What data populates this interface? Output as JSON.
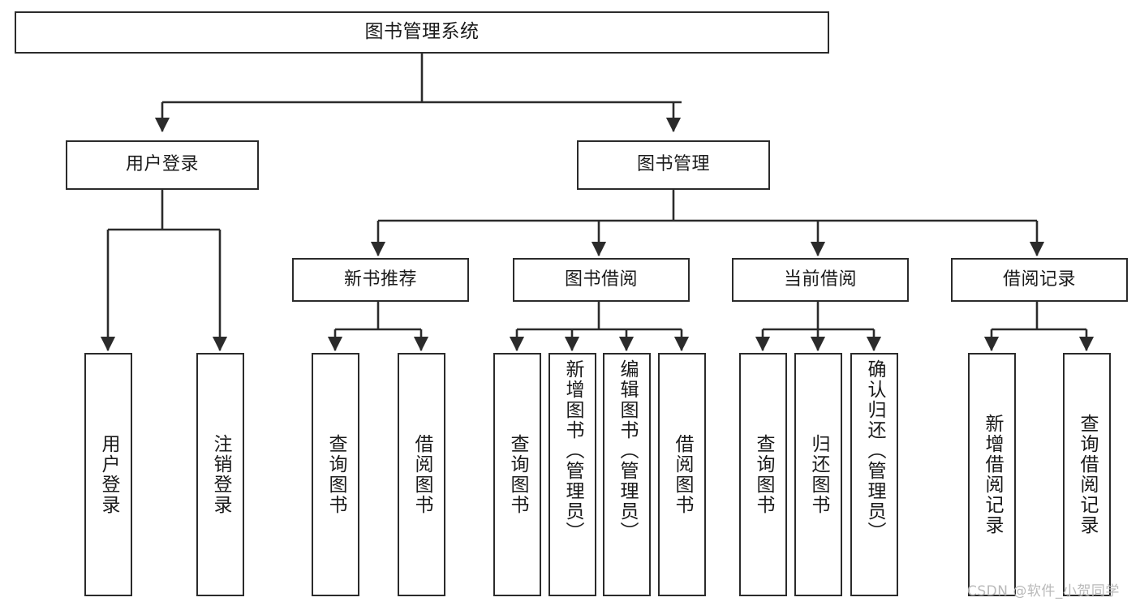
{
  "diagram": {
    "title": "图书管理系统",
    "type": "tree-hierarchy-diagram",
    "colors": {
      "stroke": "#2b2b2b",
      "fill": "#ffffff",
      "text": "#1a1a1a",
      "watermark": "#b9b9b9"
    },
    "nodes": {
      "root": {
        "label": "图书管理系统"
      },
      "level2": [
        {
          "id": "user-login",
          "label": "用户登录"
        },
        {
          "id": "book-manage",
          "label": "图书管理"
        }
      ],
      "level3": [
        {
          "id": "new-book-recommend",
          "label": "新书推荐"
        },
        {
          "id": "book-borrow",
          "label": "图书借阅"
        },
        {
          "id": "current-borrow",
          "label": "当前借阅"
        },
        {
          "id": "borrow-record",
          "label": "借阅记录"
        }
      ],
      "leaves": {
        "user_login": [
          {
            "id": "leaf-user-login",
            "label": "用户登录"
          },
          {
            "id": "leaf-logout",
            "label": "注销登录"
          }
        ],
        "new_book_recommend": [
          {
            "id": "leaf-query-book-1",
            "label": "查询图书"
          },
          {
            "id": "leaf-borrow-book-1",
            "label": "借阅图书"
          }
        ],
        "book_borrow": [
          {
            "id": "leaf-query-book-2",
            "label": "查询图书"
          },
          {
            "id": "leaf-add-book",
            "label": "新增图书（管理员）"
          },
          {
            "id": "leaf-edit-book",
            "label": "编辑图书（管理员）"
          },
          {
            "id": "leaf-borrow-book-2",
            "label": "借阅图书"
          }
        ],
        "current_borrow": [
          {
            "id": "leaf-query-book-3",
            "label": "查询图书"
          },
          {
            "id": "leaf-return-book",
            "label": "归还图书"
          },
          {
            "id": "leaf-confirm-return",
            "label": "确认归还（管理员）"
          }
        ],
        "borrow_record": [
          {
            "id": "leaf-add-record",
            "label": "新增借阅记录"
          },
          {
            "id": "leaf-query-record",
            "label": "查询借阅记录"
          }
        ]
      }
    },
    "watermark": "CSDN @软件_小贺同学"
  }
}
